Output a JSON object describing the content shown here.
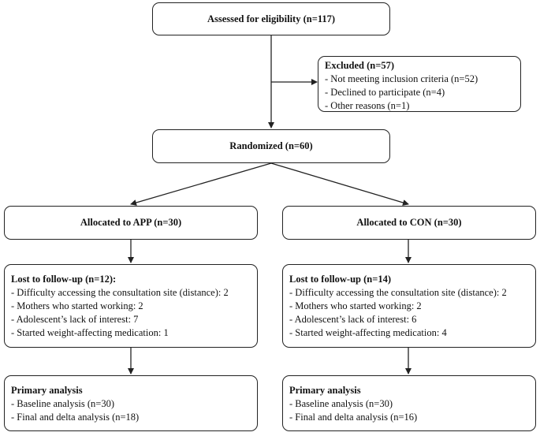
{
  "assessed": {
    "label": "Assessed for eligibility (n=117)"
  },
  "excluded": {
    "title": "Excluded (n=57)",
    "items": [
      "- Not meeting inclusion criteria (n=52)",
      "- Declined to participate (n=4)",
      "- Other reasons (n=1)"
    ]
  },
  "randomized": {
    "label": "Randomized (n=60)"
  },
  "app": {
    "allocated": "Allocated to APP (n=30)",
    "lost_title": "Lost to follow-up (n=12):",
    "lost_items": [
      "- Difficulty accessing the consultation site (distance): 2",
      "- Mothers who started working: 2",
      "- Adolescent’s lack of interest: 7",
      "- Started weight-affecting medication: 1"
    ],
    "analysis_title": "Primary analysis",
    "analysis_items": [
      "- Baseline analysis (n=30)",
      "- Final and delta analysis (n=18)"
    ]
  },
  "con": {
    "allocated": "Allocated to CON (n=30)",
    "lost_title": "Lost to follow-up (n=14)",
    "lost_items": [
      "- Difficulty accessing the consultation site (distance): 2",
      "- Mothers who started working: 2",
      "- Adolescent’s lack of interest: 6",
      "- Started weight-affecting medication: 4"
    ],
    "analysis_title": "Primary analysis",
    "analysis_items": [
      "- Baseline analysis (n=30)",
      "- Final and delta analysis (n=16)"
    ]
  }
}
